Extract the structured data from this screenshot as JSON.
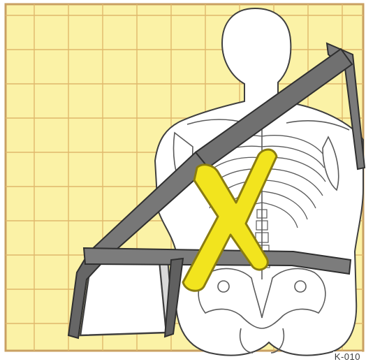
{
  "figure": {
    "code_label": "K-010",
    "colors": {
      "background": "#fbf2a6",
      "grid": "#e0b86c",
      "frame": "#c9a062",
      "belt": "#6e6e6e",
      "belt_dark": "#3a3a3a",
      "skeleton_line": "#5a5a5a",
      "cross_fill": "#f2e41e",
      "cross_outline": "#8a7c10",
      "body_fill": "#ffffff"
    },
    "elements": {
      "body": "seated-person-back-view",
      "skeleton": "ribcage-spine-pelvis",
      "belt": "three-point-seat-belt",
      "seat_cushion": "seat-block",
      "cross_mark": "yellow-x-incorrect-mark"
    }
  }
}
